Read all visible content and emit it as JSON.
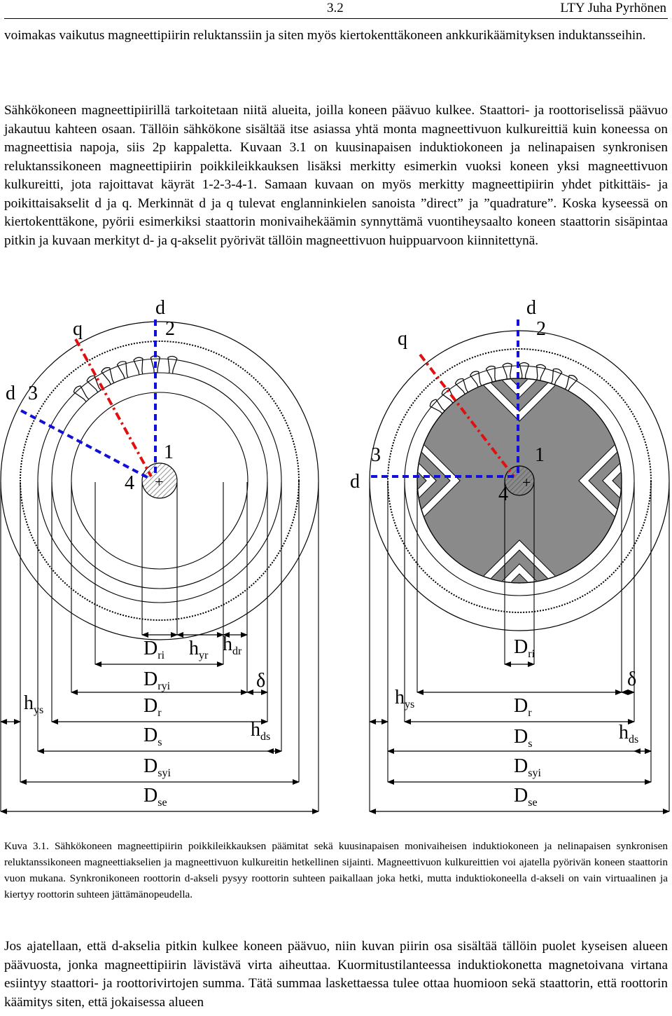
{
  "header": {
    "section_number": "3.2",
    "author_label": "LTY Juha Pyrhönen"
  },
  "paragraphs": {
    "p1": "voimakas vaikutus magneettipiirin reluktanssiin ja siten myös kiertokenttäkoneen ankkurikäämityksen induktansseihin.",
    "p2": "Sähkökoneen magneettipiirillä tarkoitetaan niitä alueita, joilla koneen päävuo kulkee. Staattori- ja roottoriselissä päävuo jakautuu kahteen osaan. Tällöin sähkökone sisältää itse asiassa yhtä monta magneettivuon kulkureittiä kuin koneessa on magneettisia napoja, siis 2p kappaletta. Kuvaan 3.1 on kuusinapaisen induktiokoneen ja nelinapaisen synkronisen reluktanssikoneen magneettipiirin poikkileikkauksen lisäksi merkitty esimerkin vuoksi koneen yksi magneettivuon kulkureitti, jota rajoittavat käyrät 1-2-3-4-1. Samaan kuvaan on myös merkitty magneettipiirin yhdet pitkittäis- ja poikittaisakselit d ja q. Merkinnät d ja q tulevat englanninkielen sanoista ”direct” ja ”quadrature”. Koska kyseessä on kiertokenttäkone, pyörii esimerkiksi staattorin monivaihekäämin synnyttämä vuontiheysaalto koneen staattorin sisäpintaa pitkin ja kuvaan merkityt d- ja q-akselit pyörivät tällöin magneettivuon huippuarvoon kiinnitettynä.",
    "p3": "Jos ajatellaan, että d-akselia pitkin kulkee koneen päävuo, niin kuvan piirin osa sisältää tällöin puolet kyseisen alueen päävuosta, jonka magneettipiirin lävistävä virta aiheuttaa. Kuormitustilanteessa induktiokonetta magnetoivana virtana esiintyy staattori- ja roottorivirtojen summa. Tätä summaa laskettaessa tulee ottaa huomioon sekä staattorin, että roottorin käämitys siten, että jokaisessa alueen"
  },
  "caption": "Kuva 3.1. Sähkökoneen magneettipiirin poikkileikkauksen päämitat sekä kuusinapaisen monivaiheisen induktiokoneen ja nelinapaisen synkronisen reluktanssikoneen magneettiakselien ja magneettivuon kulkureitin hetkellinen sijainti. Magneettivuon kulkureittien voi ajatella pyörivän koneen staattorin vuon mukana. Synkronikoneen roottorin d-akseli pysyy roottorin suhteen paikallaan joka hetki, mutta induktiokoneella d-akseli on vain virtuaalinen ja kiertyy roottorin suhteen jättämänopeudella.",
  "figure": {
    "colors": {
      "d_axis": "#1010d8",
      "q_axis": "#e01010",
      "ink": "#000000",
      "rotor_fill": "#8a8a8a",
      "shaft_hatch": "#555555"
    },
    "left_machine": {
      "axis_labels": {
        "d_top": "d",
        "q": "q",
        "d_left": "d"
      },
      "path_points": [
        "2",
        "3",
        "1",
        "4"
      ],
      "dimensions": {
        "D_ri": {
          "main": "D",
          "sub": "ri"
        },
        "h_yr": {
          "main": "h",
          "sub": "yr"
        },
        "h_dr": {
          "main": "h",
          "sub": "dr"
        },
        "D_ryi": {
          "main": "D",
          "sub": "ryi"
        },
        "delta": "δ",
        "h_ys": {
          "main": "h",
          "sub": "ys"
        },
        "D_r": {
          "main": "D",
          "sub": "r"
        },
        "h_ds": {
          "main": "h",
          "sub": "ds"
        },
        "D_s": {
          "main": "D",
          "sub": "s"
        },
        "D_syi": {
          "main": "D",
          "sub": "syi"
        },
        "D_se": {
          "main": "D",
          "sub": "se"
        }
      }
    },
    "right_machine": {
      "axis_labels": {
        "d_top": "d",
        "q": "q",
        "d_left": "d"
      },
      "path_points": [
        "2",
        "3",
        "1",
        "4"
      ],
      "dimensions": {
        "D_ri": {
          "main": "D",
          "sub": "ri"
        },
        "delta": "δ",
        "h_ys": {
          "main": "h",
          "sub": "ys"
        },
        "D_r": {
          "main": "D",
          "sub": "r"
        },
        "h_ds": {
          "main": "h",
          "sub": "ds"
        },
        "D_s": {
          "main": "D",
          "sub": "s"
        },
        "D_syi": {
          "main": "D",
          "sub": "syi"
        },
        "D_se": {
          "main": "D",
          "sub": "se"
        }
      }
    }
  }
}
